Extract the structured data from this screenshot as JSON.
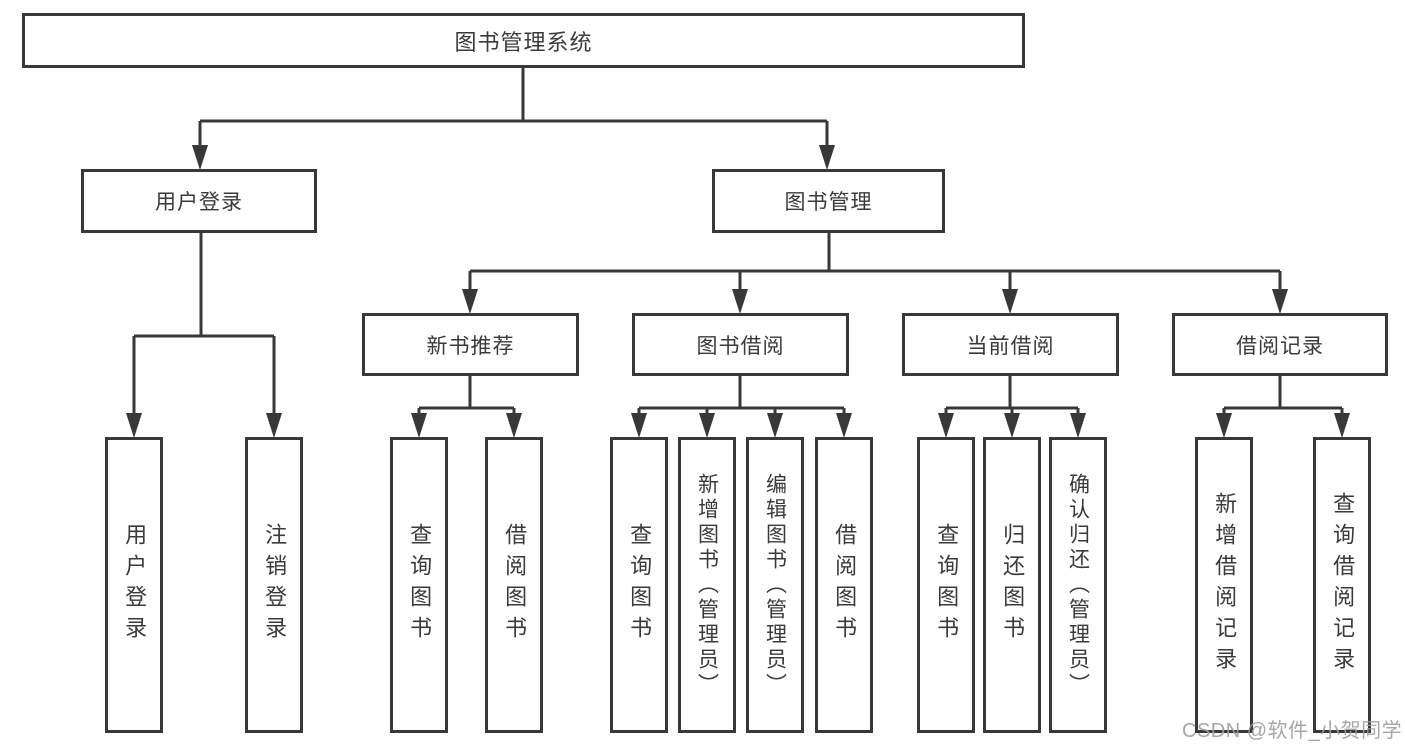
{
  "diagram": {
    "title": "图书管理系统",
    "colors": {
      "line": "#383838",
      "border": "#383838",
      "text": "#3a3a3a",
      "background": "#ffffff",
      "watermark": "#9e9e9e"
    },
    "watermark": {
      "text": "CSDN @软件_小贺同学"
    },
    "tree": {
      "label": "图书管理系统",
      "children": [
        {
          "label": "用户登录",
          "children": [
            {
              "label": "用户登录"
            },
            {
              "label": "注销登录"
            }
          ]
        },
        {
          "label": "图书管理",
          "children": [
            {
              "label": "新书推荐",
              "children": [
                {
                  "label": "查询图书"
                },
                {
                  "label": "借阅图书"
                }
              ]
            },
            {
              "label": "图书借阅",
              "children": [
                {
                  "label": "查询图书"
                },
                {
                  "label": "新增图书（管理员）"
                },
                {
                  "label": "编辑图书（管理员）"
                },
                {
                  "label": "借阅图书"
                }
              ]
            },
            {
              "label": "当前借阅",
              "children": [
                {
                  "label": "查询图书"
                },
                {
                  "label": "归还图书"
                },
                {
                  "label": "确认归还（管理员）"
                }
              ]
            },
            {
              "label": "借阅记录",
              "children": [
                {
                  "label": "新增借阅记录"
                },
                {
                  "label": "查询借阅记录"
                }
              ]
            }
          ]
        }
      ]
    }
  }
}
